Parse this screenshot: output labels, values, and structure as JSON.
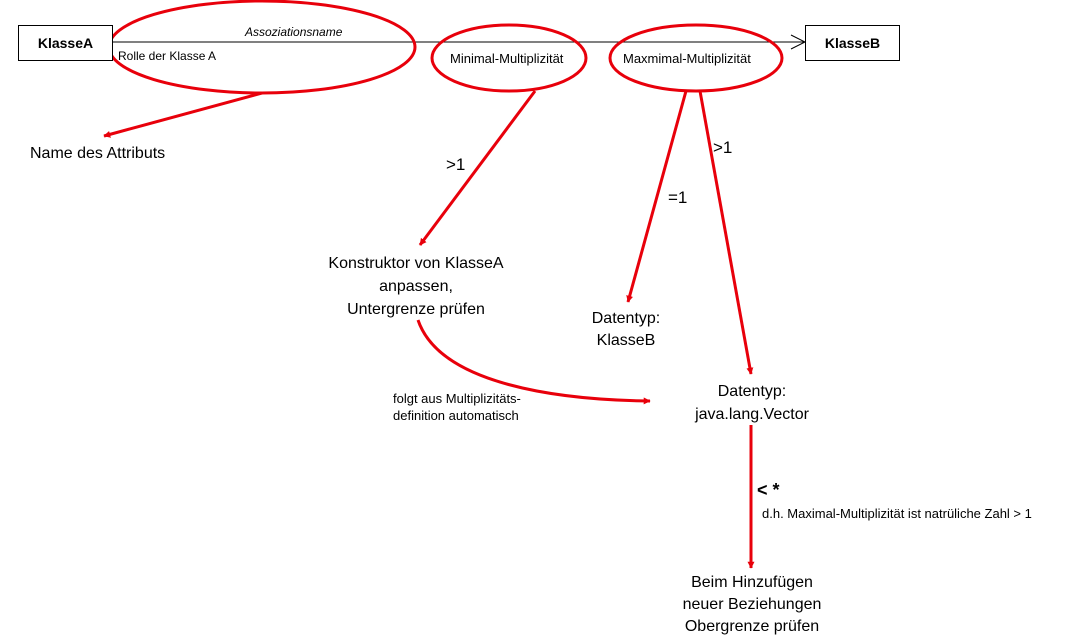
{
  "diagram": {
    "class_a": "KlasseA",
    "class_b": "KlasseB",
    "association_name": "Assoziationsname",
    "role_a": "Rolle der Klasse A",
    "min_mult": "Minimal-Multiplizität",
    "max_mult": "Maxmimal-Multiplizität",
    "attr_name": "Name des Attributs",
    "gt1_left": ">1",
    "gt1_right": ">1",
    "eq1": "=1",
    "constructor": [
      "Konstruktor von KlasseA",
      "anpassen,",
      "Untergrenze prüfen"
    ],
    "datatype_b": [
      "Datentyp:",
      "KlasseB"
    ],
    "datatype_vector": [
      "Datentyp:",
      "java.lang.Vector"
    ],
    "follows": [
      "folgt aus Multiplizitäts-",
      "definition automatisch"
    ],
    "lt_star": "< *",
    "nat_note": "d.h. Maximal-Multiplizität ist natrüliche Zahl > 1",
    "add_rel": [
      "Beim Hinzufügen",
      "neuer Beziehungen",
      "Obergrenze prüfen"
    ],
    "colors": {
      "accent": "#e8000b",
      "line": "#000000"
    }
  }
}
